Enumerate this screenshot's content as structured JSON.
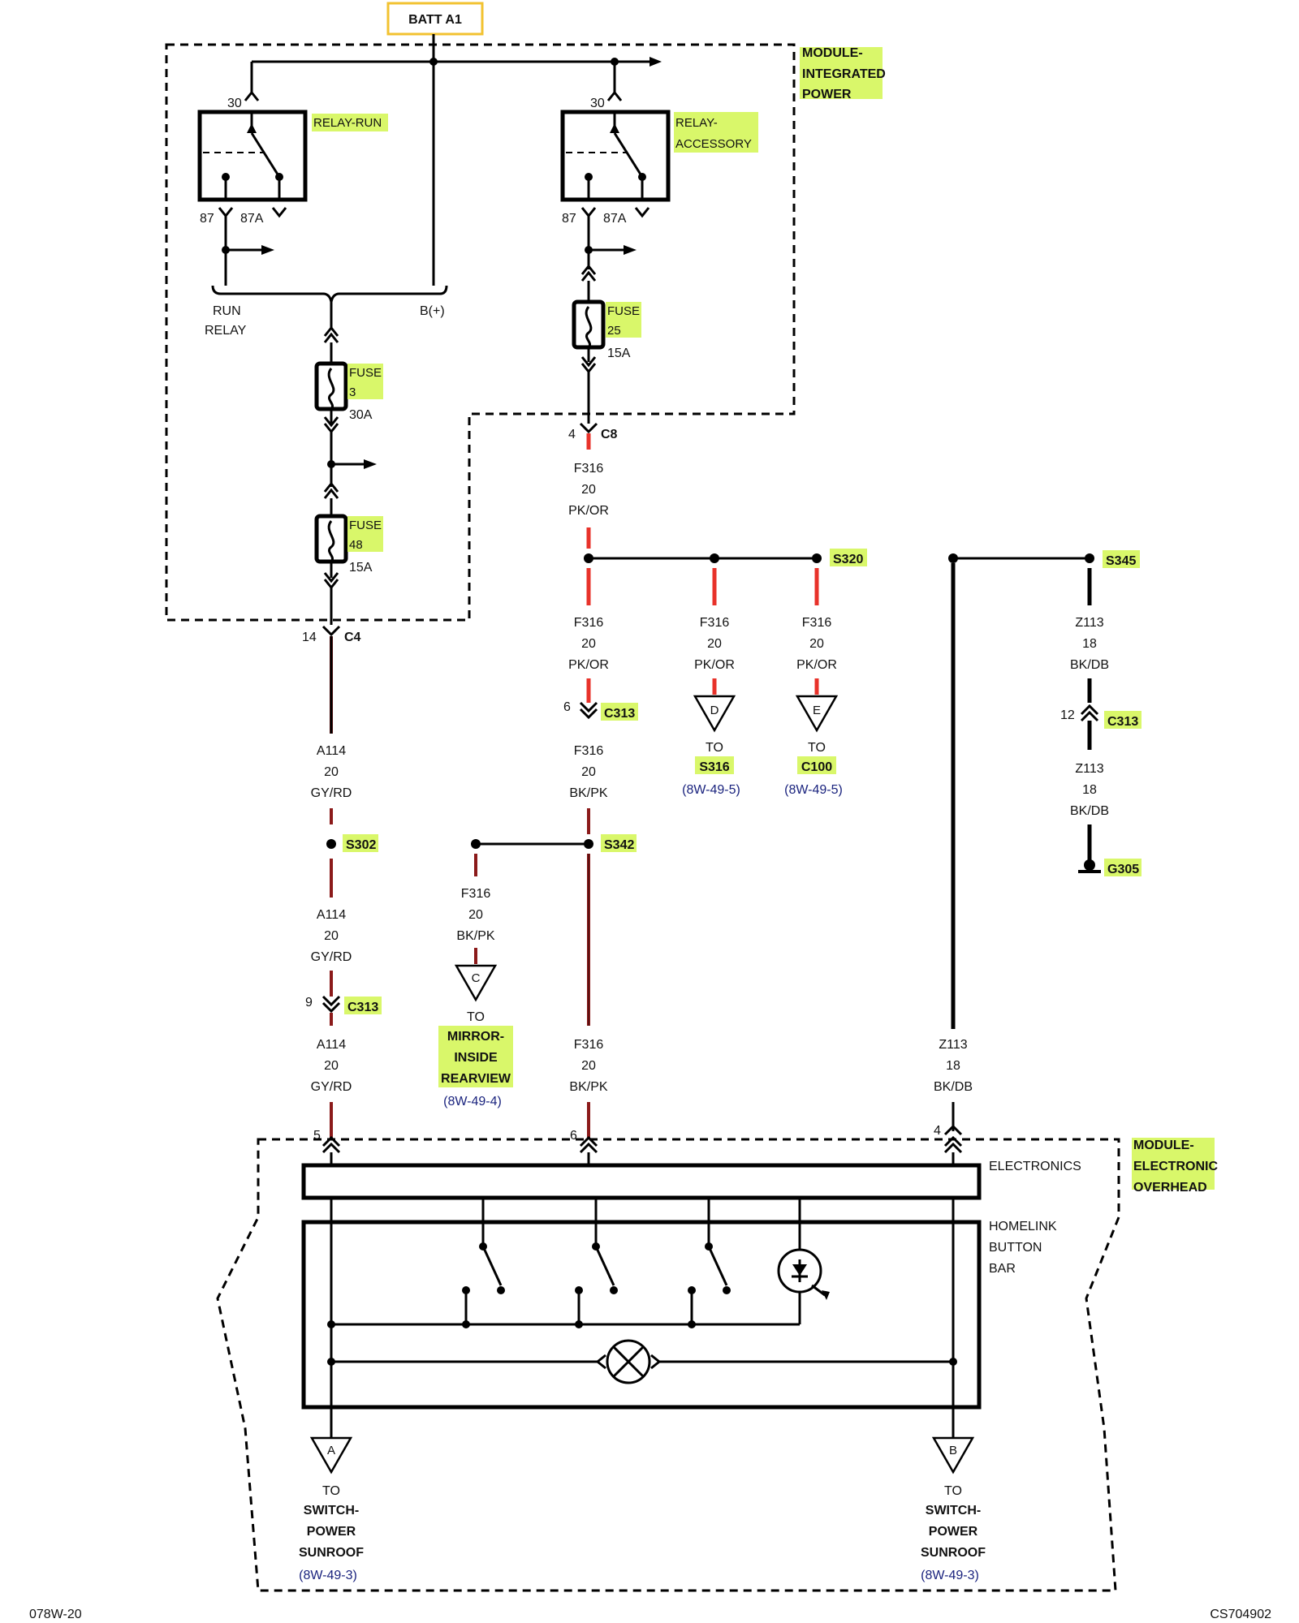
{
  "batt": "BATT A1",
  "modules": {
    "integrated_power": [
      "MODULE-",
      "INTEGRATED",
      "POWER"
    ],
    "electronic_overhead": [
      "MODULE-",
      "ELECTRONIC",
      "OVERHEAD"
    ]
  },
  "relays": {
    "run": {
      "name": "RELAY-RUN",
      "pin30": "30",
      "pin87": "87",
      "pin87a": "87A"
    },
    "accessory": {
      "name1": "RELAY-",
      "name2": "ACCESSORY",
      "pin30": "30",
      "pin87": "87",
      "pin87a": "87A"
    }
  },
  "bus_labels": {
    "run": "RUN",
    "relay": "RELAY",
    "bplus": "B(+)"
  },
  "fuses": {
    "f3": {
      "name": "FUSE",
      "num": "3",
      "amp": "30A"
    },
    "f48": {
      "name": "FUSE",
      "num": "48",
      "amp": "15A"
    },
    "f25": {
      "name": "FUSE",
      "num": "25",
      "amp": "15A"
    }
  },
  "connectors": {
    "c4": {
      "pin": "14",
      "name": "C4"
    },
    "c8": {
      "pin": "4",
      "name": "C8"
    },
    "c313_a": {
      "pin": "9",
      "name": "C313"
    },
    "c313_f": {
      "pin": "6",
      "name": "C313"
    },
    "c313_z": {
      "pin": "12",
      "name": "C313"
    },
    "mod_a114": "5",
    "mod_f316": "6",
    "mod_z113": "4"
  },
  "splices": {
    "s302": "S302",
    "s342": "S342",
    "s320": "S320",
    "s345": "S345",
    "g305": "G305"
  },
  "wires": {
    "f316_pkor": [
      "F316",
      "20",
      "PK/OR"
    ],
    "f316_bkpk": [
      "F316",
      "20",
      "BK/PK"
    ],
    "a114": [
      "A114",
      "20",
      "GY/RD"
    ],
    "z113": [
      "Z113",
      "18",
      "BK/DB"
    ]
  },
  "destinations": {
    "c": {
      "letter": "C",
      "to": "TO",
      "lines": [
        "MIRROR-",
        "INSIDE",
        "REARVIEW"
      ],
      "ref": "(8W-49-4)"
    },
    "d": {
      "letter": "D",
      "to": "TO",
      "lines": [
        "S316"
      ],
      "ref": "(8W-49-5)"
    },
    "e": {
      "letter": "E",
      "to": "TO",
      "lines": [
        "C100"
      ],
      "ref": "(8W-49-5)"
    },
    "a": {
      "letter": "A",
      "to": "TO",
      "lines": [
        "SWITCH-",
        "POWER",
        "SUNROOF"
      ],
      "ref": "(8W-49-3)"
    },
    "b": {
      "letter": "B",
      "to": "TO",
      "lines": [
        "SWITCH-",
        "POWER",
        "SUNROOF"
      ],
      "ref": "(8W-49-3)"
    }
  },
  "module_parts": {
    "electronics": "ELECTRONICS",
    "homelink": [
      "HOMELINK",
      "BUTTON",
      "BAR"
    ]
  },
  "footer": {
    "left": "078W-20",
    "right": "CS704902"
  }
}
